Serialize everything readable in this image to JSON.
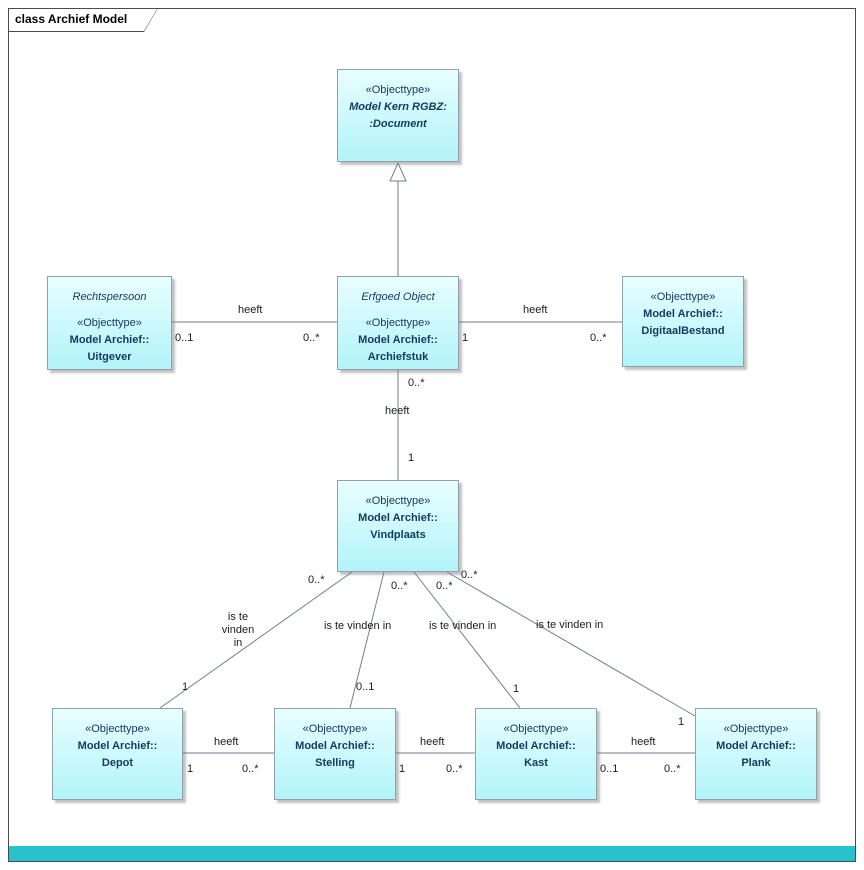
{
  "frame": {
    "title": "class Archief Model"
  },
  "colors": {
    "box_fill_top": "#e8feff",
    "box_fill_bottom": "#b2f4f9",
    "box_border": "#8fa1aa",
    "box_text": "#173a64",
    "connector": "#6e7d98",
    "bottom_bar": "#28c2ce"
  },
  "classes": {
    "document": {
      "stereotype": "«Objecttype»",
      "name1": "Model Kern RGBZ:",
      "name2": ":Document"
    },
    "uitgever": {
      "role": "Rechtspersoon",
      "stereotype": "«Objecttype»",
      "name1": "Model Archief::",
      "name2": "Uitgever"
    },
    "archiefstuk": {
      "role": "Erfgoed Object",
      "stereotype": "«Objecttype»",
      "name1": "Model Archief::",
      "name2": "Archiefstuk"
    },
    "digitaalbestand": {
      "stereotype": "«Objecttype»",
      "name1": "Model Archief::",
      "name2": "DigitaalBestand"
    },
    "vindplaats": {
      "stereotype": "«Objecttype»",
      "name1": "Model Archief::",
      "name2": "Vindplaats"
    },
    "depot": {
      "stereotype": "«Objecttype»",
      "name1": "Model Archief::",
      "name2": "Depot"
    },
    "stelling": {
      "stereotype": "«Objecttype»",
      "name1": "Model Archief::",
      "name2": "Stelling"
    },
    "kast": {
      "stereotype": "«Objecttype»",
      "name1": "Model Archief::",
      "name2": "Kast"
    },
    "plank": {
      "stereotype": "«Objecttype»",
      "name1": "Model Archief::",
      "name2": "Plank"
    }
  },
  "associations": {
    "uitgever_archiefstuk": {
      "label": "heeft",
      "m1": "0..1",
      "m2": "0..*"
    },
    "archiefstuk_digitaalbestand": {
      "label": "heeft",
      "m1": "1",
      "m2": "0..*"
    },
    "archiefstuk_vindplaats": {
      "label": "heeft",
      "m1": "0..*",
      "m2": "1"
    },
    "vindplaats_depot": {
      "label_lines": [
        "is te",
        "vinden",
        "in"
      ],
      "m1": "0..*",
      "m2": "1"
    },
    "vindplaats_stelling": {
      "label": "is te vinden in",
      "m1": "0..*",
      "m2": "0..1"
    },
    "vindplaats_kast": {
      "label": "is te vinden in",
      "m1": "0..*",
      "m2": "1"
    },
    "vindplaats_plank": {
      "label": "is te vinden in",
      "m1": "0..*",
      "m2": "1"
    },
    "depot_stelling": {
      "label": "heeft",
      "m1": "1",
      "m2": "0..*"
    },
    "stelling_kast": {
      "label": "heeft",
      "m1": "1",
      "m2": "0..*"
    },
    "kast_plank": {
      "label": "heeft",
      "m1": "0..1",
      "m2": "0..*"
    }
  }
}
